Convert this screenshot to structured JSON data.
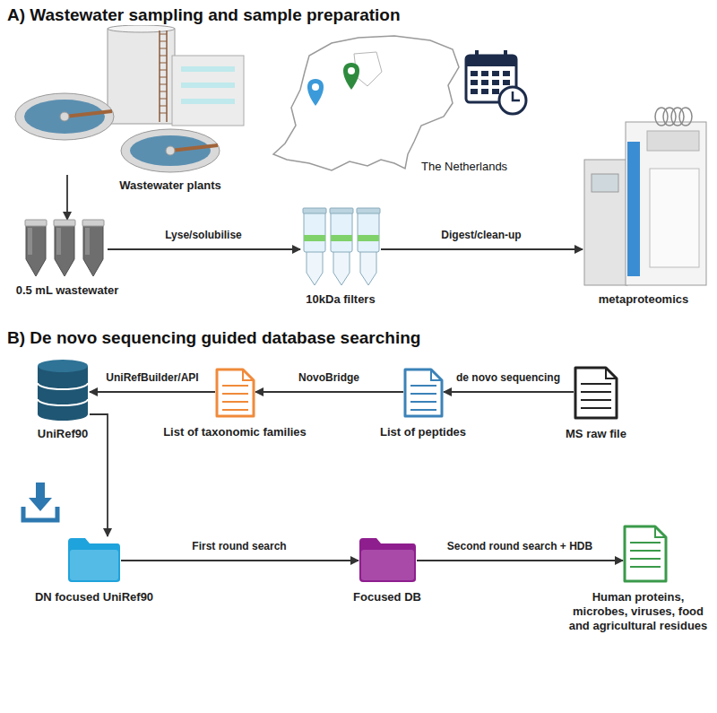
{
  "diagram": {
    "nodes": [
      {
        "text": [
          "Wastewater plants"
        ]
      },
      {
        "text": [
          "0.5 mL wastewater"
        ]
      },
      {
        "text": [
          "10kDa filters"
        ]
      },
      {
        "text": [
          "metaproteomics"
        ]
      },
      {
        "text": [
          "UniRef90"
        ]
      },
      {
        "text": [
          "List of taxonomic families"
        ]
      },
      {
        "text": [
          "List of peptides"
        ]
      },
      {
        "text": [
          "MS raw file"
        ]
      },
      {
        "text": [
          "DN focused UniRef90"
        ]
      },
      {
        "text": [
          "Focused DB"
        ]
      },
      {
        "text": [
          "Human proteins, microbes, viruses, food and agricultural residues"
        ]
      }
    ],
    "edges": [
      {
        "from": 0,
        "to": 1,
        "arrow": "to"
      },
      {
        "from": 1,
        "to": 2,
        "label": "Lyse/solubilise",
        "arrow": "to"
      },
      {
        "from": 2,
        "to": 3,
        "label": "Digest/clean-up",
        "arrow": "to"
      },
      {
        "from": 7,
        "to": 6,
        "label": "de novo sequencing",
        "arrow": "to"
      },
      {
        "from": 6,
        "to": 5,
        "label": "NovoBridge",
        "arrow": "to"
      },
      {
        "from": 5,
        "to": 4,
        "label": "UniRefBuilder/API",
        "arrow": "to"
      },
      {
        "from": 4,
        "to": 8,
        "arrow": "to"
      },
      {
        "from": 8,
        "to": 9,
        "label": "First round search",
        "arrow": "to"
      },
      {
        "from": 9,
        "to": 10,
        "label": "Second round search + HDB",
        "arrow": "to"
      }
    ],
    "labels": [
      "A) Wastewater sampling and sample preparation",
      "The Netherlands",
      "B) De novo sequencing guided database searching"
    ]
  }
}
